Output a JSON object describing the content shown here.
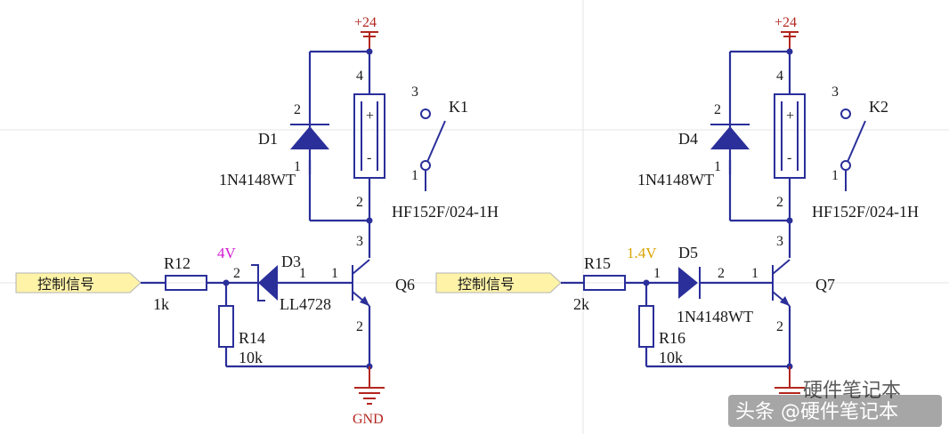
{
  "left": {
    "power": "+24",
    "ground": "GND",
    "input_label": "控制信号",
    "r_series": "R12",
    "r_series_value": "1k",
    "voltage": "4V",
    "zener": "D3",
    "zener_part": "LL4728",
    "r_pull": "R14",
    "r_pull_value": "10k",
    "transistor": "Q6",
    "diode": "D1",
    "diode_part": "1N4148WT",
    "relay": "K1",
    "relay_part": "HF152F/024-1H",
    "pins": {
      "coil_top": "4",
      "coil_bot": "2",
      "sw_top": "3",
      "sw_bot": "1",
      "d_top": "2",
      "d_bot": "1",
      "q_c": "3",
      "q_b": "1",
      "q_e": "2",
      "node": "2",
      "z_pin": "1"
    },
    "coil_plus": "+",
    "coil_minus": "-"
  },
  "right": {
    "power": "+24",
    "input_label": "控制信号",
    "r_series": "R15",
    "r_series_value": "2k",
    "voltage": "1.4V",
    "diode_series": "D5",
    "diode_series_part": "1N4148WT",
    "r_pull": "R16",
    "r_pull_value": "10k",
    "transistor": "Q7",
    "diode": "D4",
    "diode_part": "1N4148WT",
    "relay": "K2",
    "relay_part": "HF152F/024-1H",
    "pins": {
      "coil_top": "4",
      "coil_bot": "2",
      "sw_top": "3",
      "sw_bot": "1",
      "d_top": "2",
      "d_bot": "1",
      "q_c": "3",
      "q_b": "1",
      "q_e": "2",
      "node": "1",
      "d5_pin": "2"
    },
    "coil_plus": "+",
    "coil_minus": "-"
  },
  "watermark": {
    "small": "硬件笔记本",
    "main": "头条 @硬件笔记本"
  },
  "colors": {
    "wire": "#2a2f9a",
    "power": "#b3261e",
    "input_fill": "#fff3a8",
    "voltage_left": "#d11ad1",
    "voltage_right": "#d9a400"
  }
}
